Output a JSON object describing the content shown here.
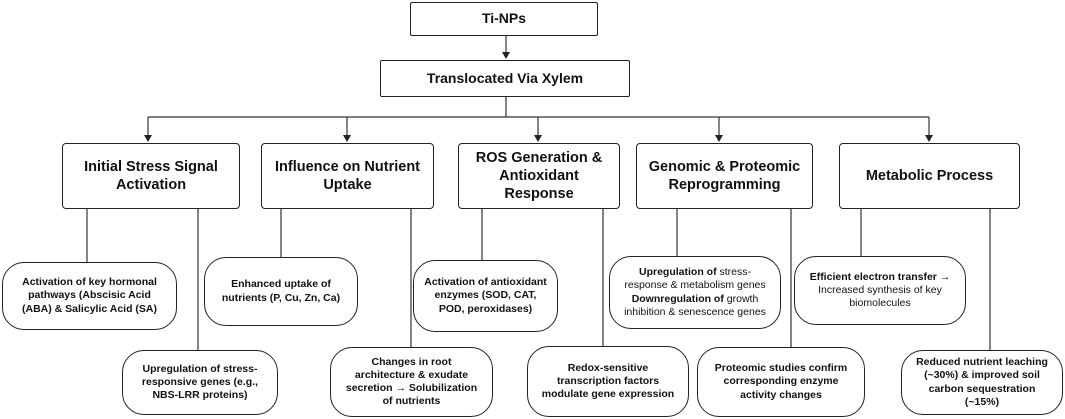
{
  "root": "Ti-NPs",
  "second": "Translocated Via Xylem",
  "categories": [
    "Initial Stress Signal Activation",
    "Influence on Nutrient Uptake",
    "ROS Generation & Antioxidant Response",
    "Genomic & Proteomic Reprogramming",
    "Metabolic Process"
  ],
  "leaves_upper": [
    "Activation of key hormonal pathways (Abscisic Acid (ABA) & Salicylic Acid (SA)",
    "Enhanced uptake of nutrients (P, Cu, Zn, Ca)",
    "Activation of antioxidant enzymes (SOD, CAT, POD, peroxidases)",
    {
      "b1": "Upregulation of",
      "t1": " stress-response & metabolism genes",
      "b2": "Downregulation of",
      "t2": " growth inhibition & senescence genes"
    },
    {
      "b1": "Efficient electron transfer →",
      "t1": " Increased synthesis of key biomolecules"
    }
  ],
  "leaves_lower": [
    "Upregulation of stress-responsive genes (e.g., NBS-LRR proteins)",
    "Changes in root architecture & exudate secretion → Solubilization of nutrients",
    "Redox-sensitive transcription factors modulate gene expression",
    "Proteomic studies confirm corresponding enzyme activity changes",
    "Reduced nutrient leaching (~30%) & improved soil carbon sequestration (~15%)"
  ]
}
